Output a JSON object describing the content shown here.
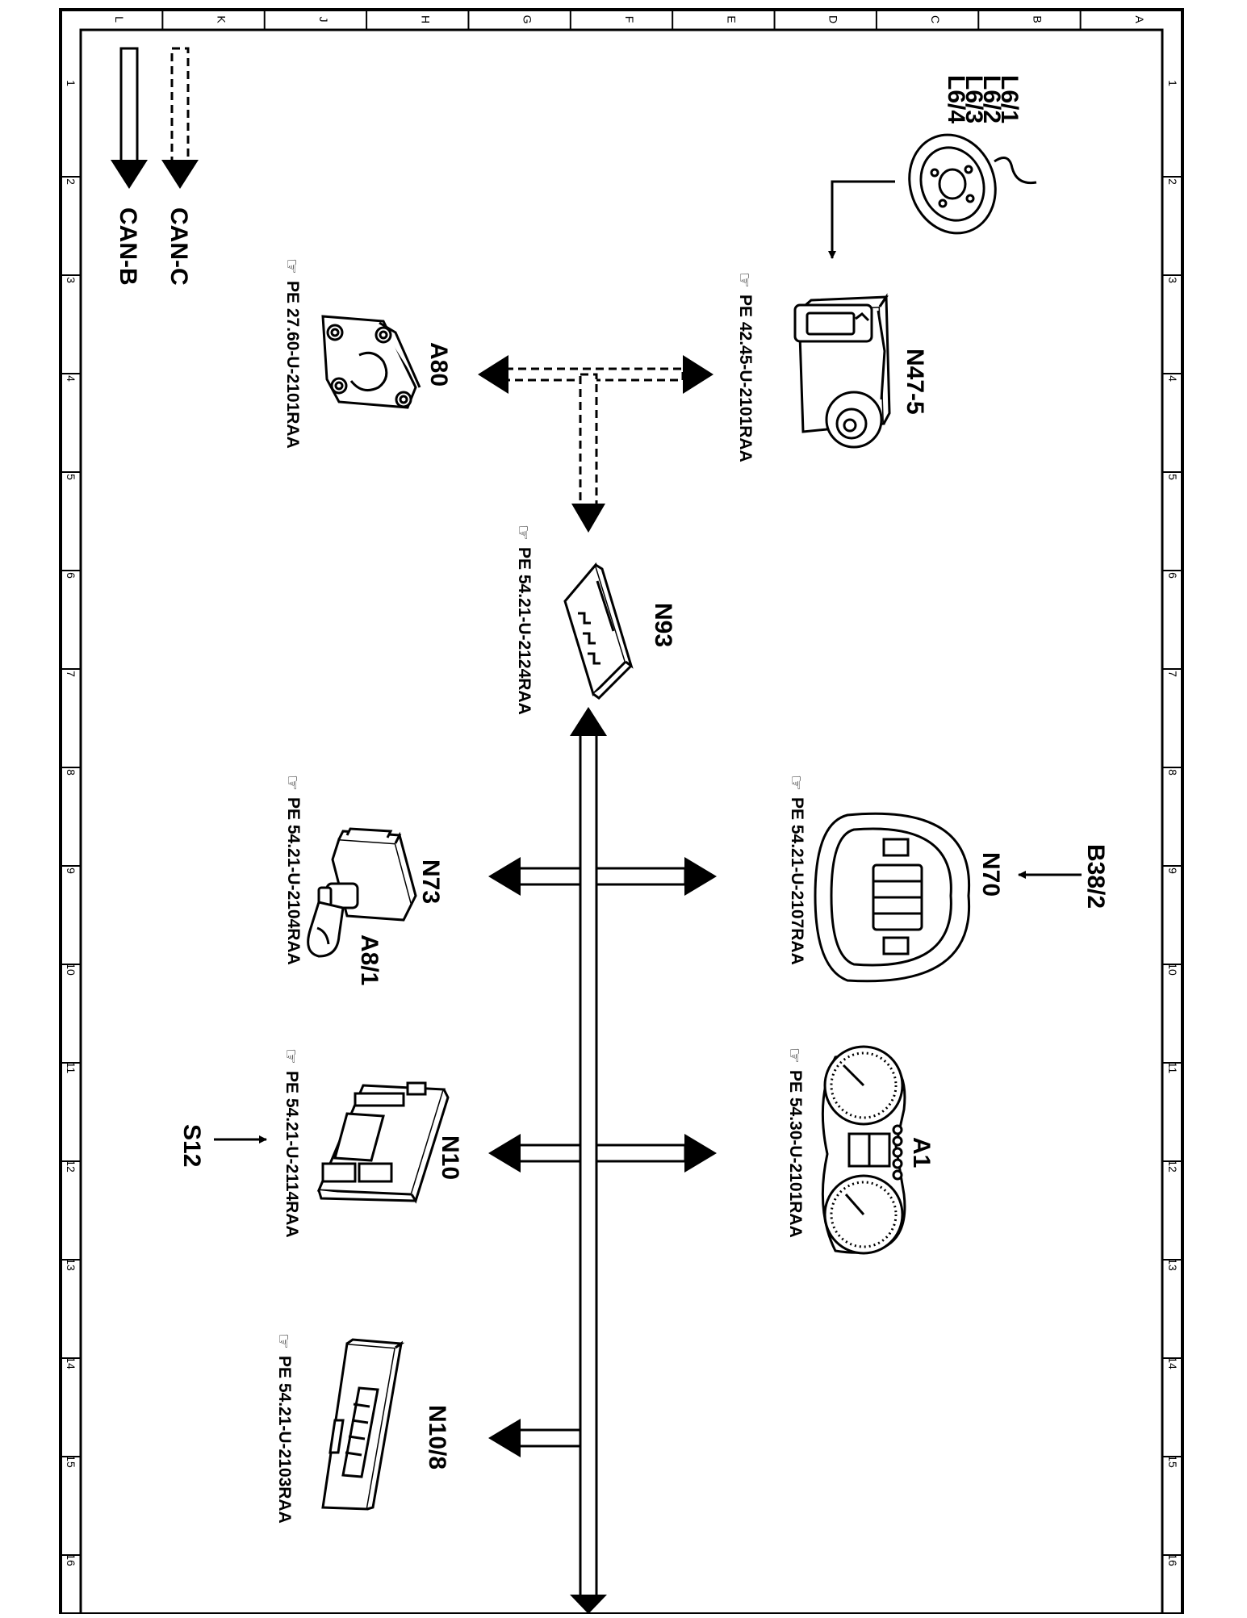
{
  "grid": {
    "columns": [
      "A",
      "B",
      "C",
      "D",
      "E",
      "F",
      "G",
      "H",
      "J",
      "K",
      "L"
    ],
    "rows": [
      "1",
      "2",
      "3",
      "4",
      "5",
      "6",
      "7",
      "8",
      "9",
      "10",
      "11",
      "12",
      "13",
      "14",
      "15",
      "16"
    ]
  },
  "legend": {
    "can_c": "CAN-C",
    "can_b": "CAN-B"
  },
  "components": {
    "l6": {
      "lines": [
        "L6/1",
        "L6/2",
        "L6/3",
        "L6/4"
      ],
      "icon": "wheel-speed-sensor-icon"
    },
    "n47_5": {
      "label": "N47-5",
      "ref": "PE 42.45-U-2101RAA",
      "icon": "esp-control-unit-icon"
    },
    "a80": {
      "label": "A80",
      "ref": "PE 27.60-U-2101RAA",
      "icon": "shift-module-icon"
    },
    "n93": {
      "label": "N93",
      "ref": "PE 54.21-U-2124RAA",
      "icon": "gateway-module-icon"
    },
    "n70": {
      "label": "N70",
      "ref": "PE 54.21-U-2107RAA",
      "icon": "overhead-control-panel-icon"
    },
    "b38_2": {
      "label": "B38/2"
    },
    "a1": {
      "label": "A1",
      "ref": "PE 54.30-U-2101RAA",
      "icon": "instrument-cluster-icon"
    },
    "n73": {
      "label": "N73",
      "ref": "PE 54.21-U-2104RAA",
      "icon": "ignition-switch-icon"
    },
    "a8_1": {
      "label": "A8/1",
      "icon": "key-icon"
    },
    "n10": {
      "label": "N10",
      "ref": "PE 54.21-U-2114RAA",
      "icon": "sam-module-icon"
    },
    "s12": {
      "label": "S12"
    },
    "n10_8": {
      "label": "N10/8",
      "ref": "PE 54.21-U-2103RAA",
      "icon": "rear-sam-module-icon"
    }
  },
  "ref_symbol": "☞"
}
